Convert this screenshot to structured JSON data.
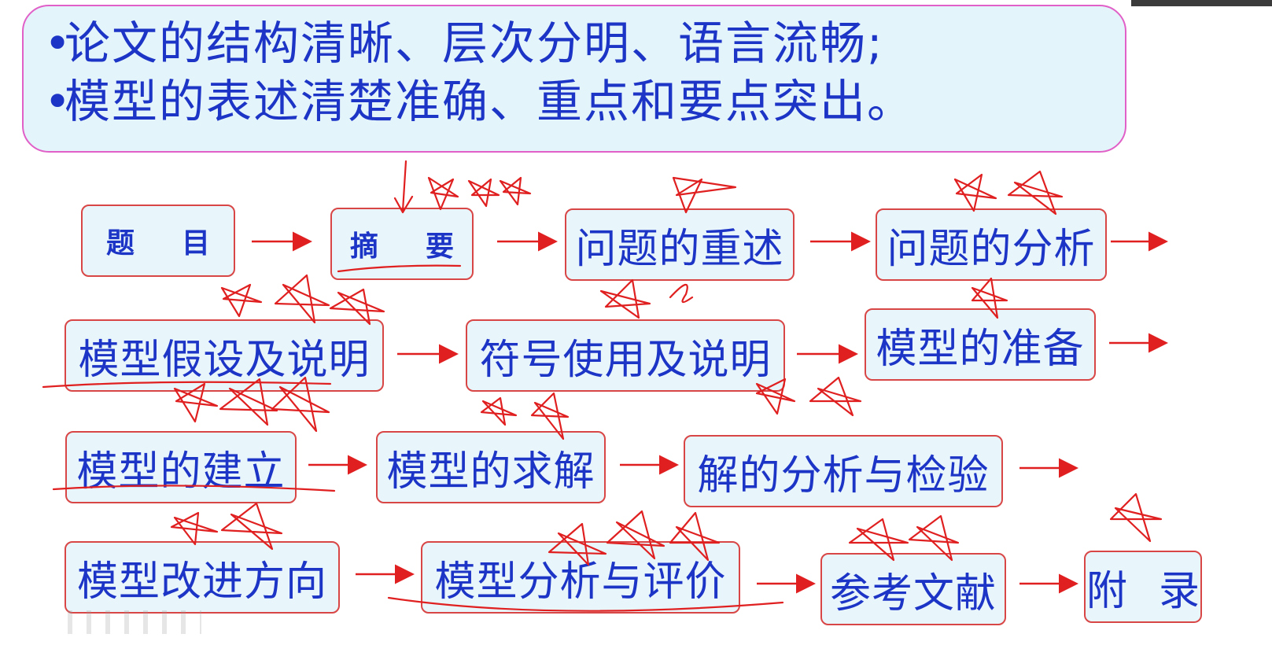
{
  "header": {
    "bullet": "•",
    "line1": "论文的结构清晰、层次分明、语言流畅;",
    "line2": "模型的表述清楚准确、重点和要点突出。"
  },
  "flow": [
    {
      "id": "title",
      "label": "题目"
    },
    {
      "id": "abstract",
      "label": "摘要"
    },
    {
      "id": "restatement",
      "label": "问题的重述"
    },
    {
      "id": "analysis",
      "label": "问题的分析"
    },
    {
      "id": "assumptions",
      "label": "模型假设及说明"
    },
    {
      "id": "symbols",
      "label": "符号使用及说明"
    },
    {
      "id": "preparation",
      "label": "模型的准备"
    },
    {
      "id": "establish",
      "label": "模型的建立"
    },
    {
      "id": "solve",
      "label": "模型的求解"
    },
    {
      "id": "solution-check",
      "label": "解的分析与检验"
    },
    {
      "id": "improvement",
      "label": "模型改进方向"
    },
    {
      "id": "evaluation",
      "label": "模型分析与评价"
    },
    {
      "id": "references",
      "label": "参考文献"
    },
    {
      "id": "appendix",
      "label": "附录"
    }
  ],
  "colors": {
    "text": "#1d35c6",
    "box_border": "#d94646",
    "box_fill": "#e8f6fb",
    "arrow": "#e02020",
    "annotation": "#e02020",
    "header_border": "#e060c8"
  }
}
